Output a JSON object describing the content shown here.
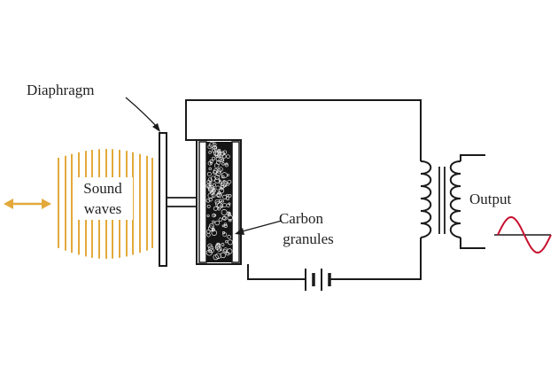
{
  "labels": {
    "diaphragm": "Diaphragm",
    "sound_line1": "Sound",
    "sound_line2": "waves",
    "carbon_line1": "Carbon",
    "carbon_line2": "granules",
    "output": "Output"
  },
  "colors": {
    "sound_waves": "#E3A93A",
    "arrow": "#E3A93A",
    "output_wave": "#C8102E",
    "wire": "#1a1a1a"
  }
}
